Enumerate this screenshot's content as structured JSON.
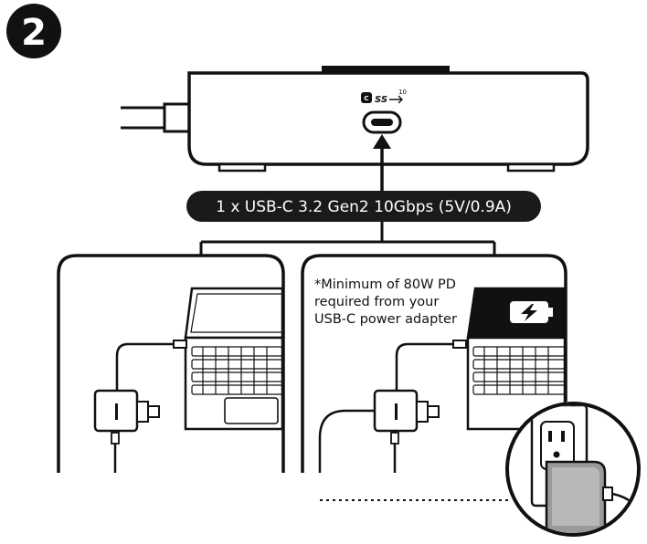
{
  "step": {
    "number": "2"
  },
  "device": {
    "port_logo": "SS",
    "port_speed_sup": "10",
    "badge_letter": "Ϲ"
  },
  "connection_label": "1 x USB-C 3.2 Gen2 10Gbps (5V/0.9A)",
  "note": {
    "line1": "*Minimum of 80W PD",
    "line2": "required from your",
    "line3": "USB-C power adapter"
  },
  "icons": [
    "battery-charging-icon",
    "wall-outlet-icon",
    "power-adapter-icon",
    "arrow-up-icon"
  ],
  "colors": {
    "ink": "#111111",
    "pill": "#1a1a1a",
    "background": "#ffffff"
  }
}
